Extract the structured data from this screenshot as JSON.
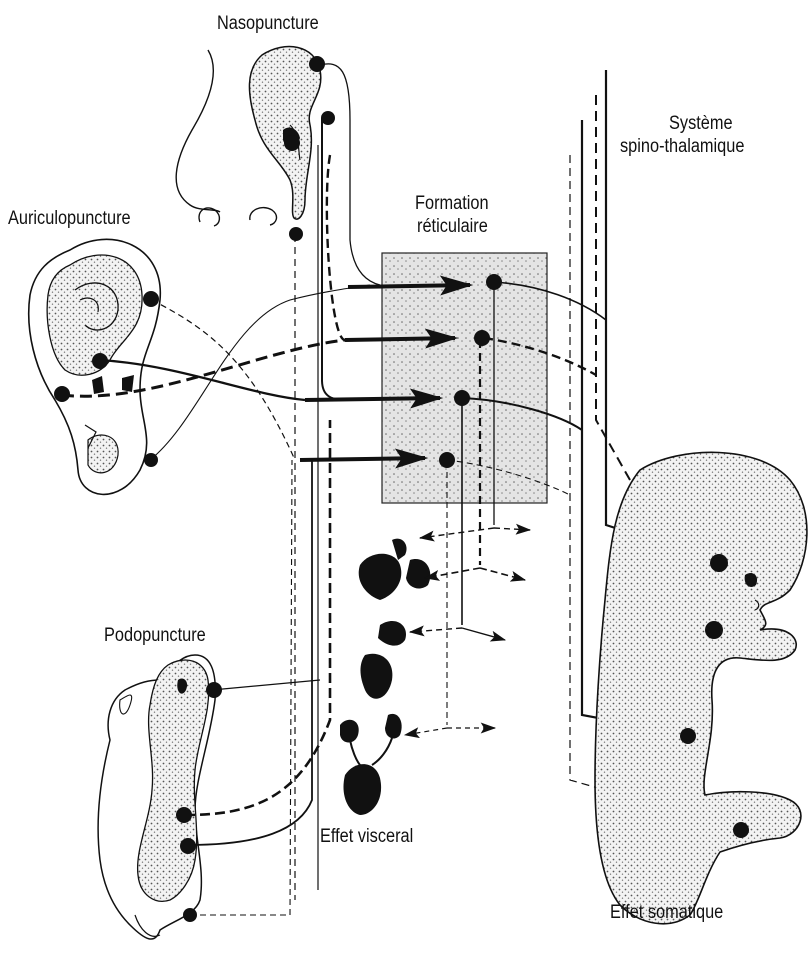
{
  "labels": {
    "nasopuncture": "Nasopuncture",
    "auriculopuncture": "Auriculopuncture",
    "podopuncture": "Podopuncture",
    "formation_line1": "Formation",
    "formation_line2": "réticulaire",
    "systeme_line1": "Système",
    "systeme_line2": "spino-thalamique",
    "effet_visceral": "Effet visceral",
    "effet_somatique": "Effet somatique"
  },
  "colors": {
    "ink": "#111111",
    "stipple": "#d9d9d9",
    "background": "#ffffff"
  }
}
